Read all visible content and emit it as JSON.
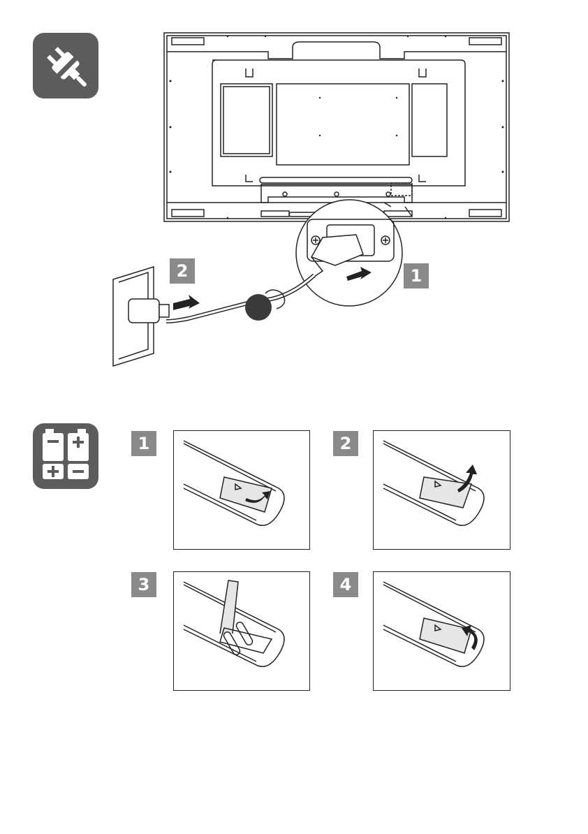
{
  "power_section": {
    "icon": "power-plug-icon",
    "steps": [
      {
        "label": "1"
      },
      {
        "label": "2"
      }
    ]
  },
  "battery_section": {
    "icon": "battery-icon",
    "steps": [
      {
        "label": "1"
      },
      {
        "label": "2"
      },
      {
        "label": "3"
      },
      {
        "label": "4"
      }
    ]
  },
  "colors": {
    "tile": "#5c5c5c",
    "step_badge": "#8a8a8a",
    "line": "#222222",
    "ferrite": "#3a3a3a"
  }
}
